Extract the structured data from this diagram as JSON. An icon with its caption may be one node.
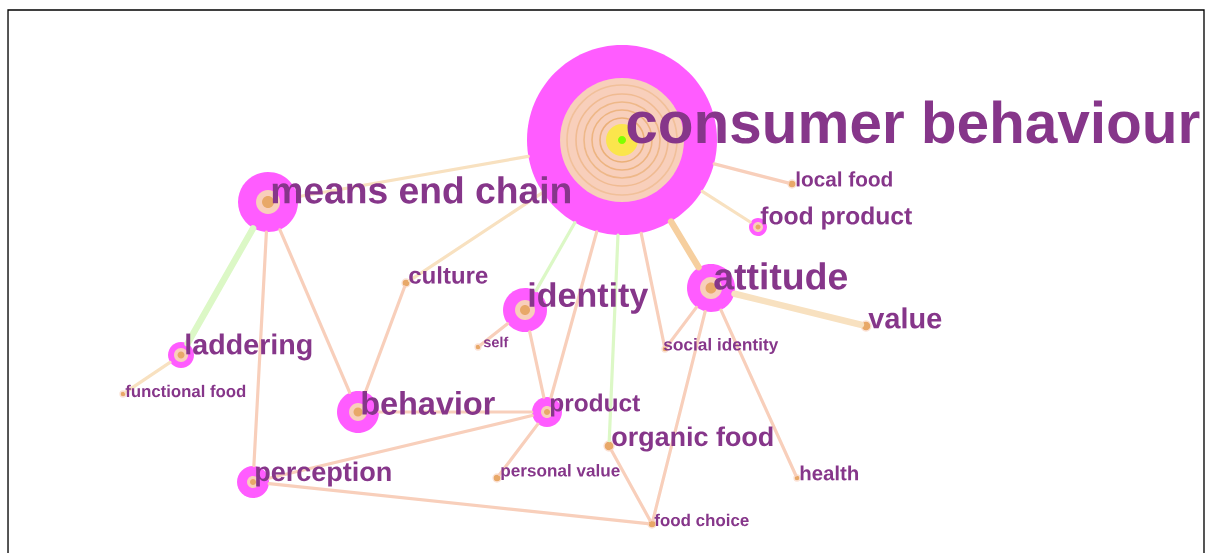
{
  "diagram": {
    "nodes": [
      {
        "text": [
          "consumer behaviour"
        ]
      },
      {
        "text": [
          "means end chain"
        ]
      },
      {
        "text": [
          "local food"
        ]
      },
      {
        "text": [
          "food product"
        ]
      },
      {
        "text": [
          "culture"
        ]
      },
      {
        "text": [
          "identity"
        ]
      },
      {
        "text": [
          "attitude"
        ]
      },
      {
        "text": [
          "value"
        ]
      },
      {
        "text": [
          "laddering"
        ]
      },
      {
        "text": [
          "self"
        ]
      },
      {
        "text": [
          "social identity"
        ]
      },
      {
        "text": [
          "functional food"
        ]
      },
      {
        "text": [
          "behavior"
        ]
      },
      {
        "text": [
          "product"
        ]
      },
      {
        "text": [
          "organic food"
        ]
      },
      {
        "text": [
          "health"
        ]
      },
      {
        "text": [
          "perception"
        ]
      },
      {
        "text": [
          "personal value"
        ]
      },
      {
        "text": [
          "food choice"
        ]
      }
    ],
    "edges": [
      {
        "from": 0,
        "to": 1,
        "arrow": "none",
        "color": "#f8e1c0"
      },
      {
        "from": 0,
        "to": 2,
        "arrow": "none"
      },
      {
        "from": 0,
        "to": 3,
        "arrow": "none",
        "color": "#f8e1c0"
      },
      {
        "from": 0,
        "to": 4,
        "arrow": "none",
        "color": "#f8e1c0"
      },
      {
        "from": 0,
        "to": 5,
        "arrow": "none",
        "color": "#dcf8c6"
      },
      {
        "from": 0,
        "to": 13,
        "arrow": "none"
      },
      {
        "from": 0,
        "to": 14,
        "arrow": "none",
        "color": "#dcf8c6"
      },
      {
        "from": 0,
        "to": 10,
        "arrow": "none"
      },
      {
        "from": 0,
        "to": 6,
        "arrow": "none",
        "style": "thick",
        "color": "#f6cf9f"
      },
      {
        "from": 1,
        "to": 8,
        "arrow": "none",
        "style": "thick",
        "color": "#dcf8c6"
      },
      {
        "from": 1,
        "to": 16,
        "arrow": "none"
      },
      {
        "from": 1,
        "to": 12,
        "arrow": "none"
      },
      {
        "from": 8,
        "to": 11,
        "arrow": "none",
        "color": "#f8e1c0"
      },
      {
        "from": 4,
        "to": 12,
        "arrow": "none"
      },
      {
        "from": 5,
        "to": 9,
        "arrow": "none"
      },
      {
        "from": 5,
        "to": 13,
        "arrow": "none"
      },
      {
        "from": 12,
        "to": 13,
        "arrow": "none"
      },
      {
        "from": 13,
        "to": 16,
        "arrow": "none"
      },
      {
        "from": 13,
        "to": 17,
        "arrow": "none"
      },
      {
        "from": 6,
        "to": 7,
        "arrow": "none",
        "style": "thick",
        "color": "#f8e1c0"
      },
      {
        "from": 6,
        "to": 10,
        "arrow": "none"
      },
      {
        "from": 6,
        "to": 18,
        "arrow": "none"
      },
      {
        "from": 6,
        "to": 15,
        "arrow": "none"
      },
      {
        "from": 14,
        "to": 18,
        "arrow": "none"
      },
      {
        "from": 16,
        "to": 18,
        "arrow": "none"
      }
    ]
  }
}
